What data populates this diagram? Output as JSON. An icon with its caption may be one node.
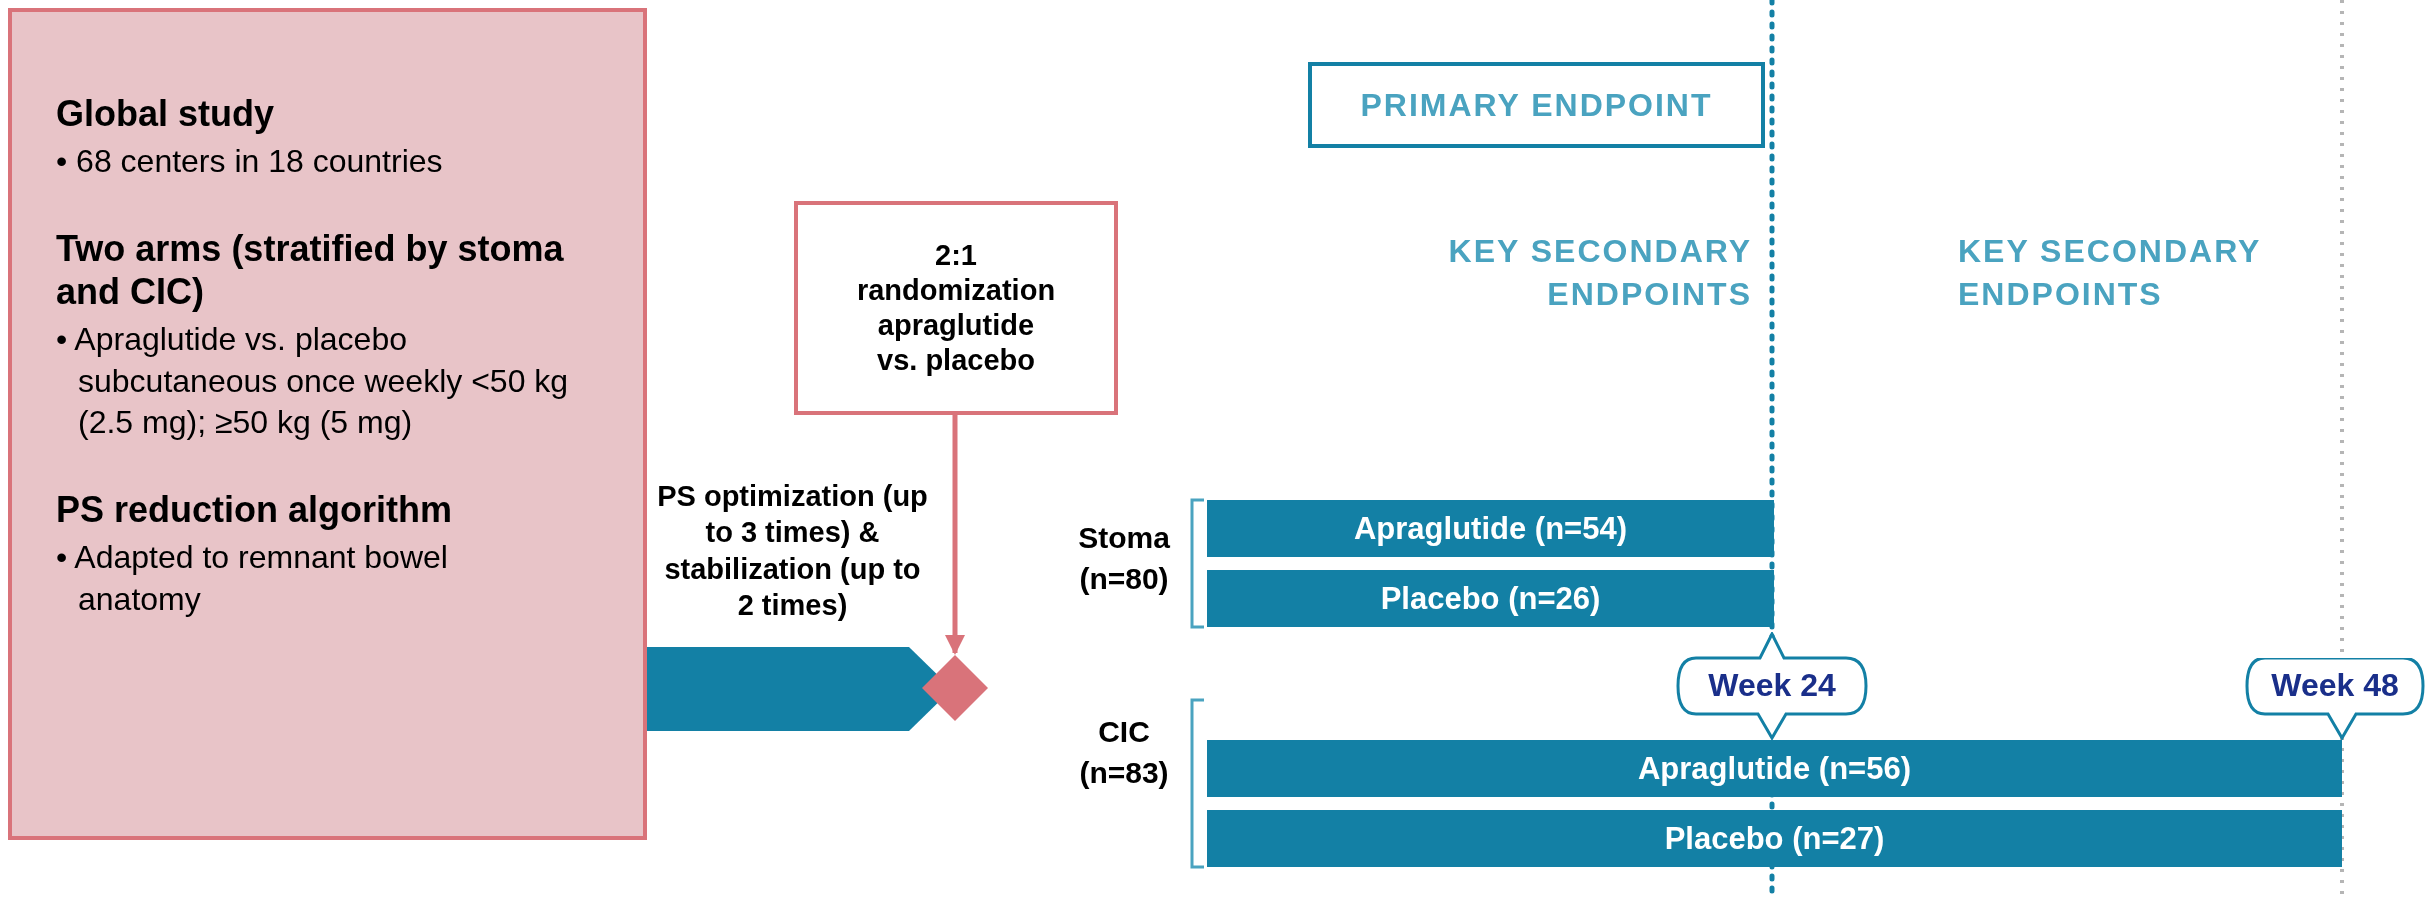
{
  "diagram": {
    "nodes": [
      {
        "text": [
          "Global study",
          "• 68 centers in 18 countries",
          "Two arms (stratified by stoma and CIC)",
          "• Apraglutide vs. placebo subcutaneous once weekly <50 kg (2.5 mg); ≥50 kg (5 mg)",
          "PS reduction algorithm",
          "• Adapted to remnant bowel anatomy"
        ]
      },
      {
        "text": [],
        "shape": "bar"
      },
      {
        "text": [
          "2:1 randomization apraglutide vs. placebo"
        ]
      },
      {
        "text": [],
        "shape": "diamond"
      },
      {
        "text": [
          "PRIMARY ENDPOINT"
        ]
      },
      {
        "text": [
          "Apraglutide (n=54)"
        ]
      },
      {
        "text": [
          "Placebo (n=26)"
        ]
      },
      {
        "text": [
          "Apraglutide (n=56)"
        ]
      },
      {
        "text": [
          "Placebo (n=27)"
        ]
      },
      {
        "text": [
          "Week 24"
        ]
      },
      {
        "text": [
          "Week 48"
        ]
      }
    ],
    "edges": [
      {
        "from": 2,
        "to": 3,
        "arrow": "to"
      }
    ],
    "labels": [
      "KEY SECONDARY ENDPOINTS",
      "KEY SECONDARY ENDPOINTS",
      "PS optimization (up to 3 times) & stabilization (up to 2 times)",
      "Stoma (n=80)",
      "CIC (n=83)"
    ]
  }
}
